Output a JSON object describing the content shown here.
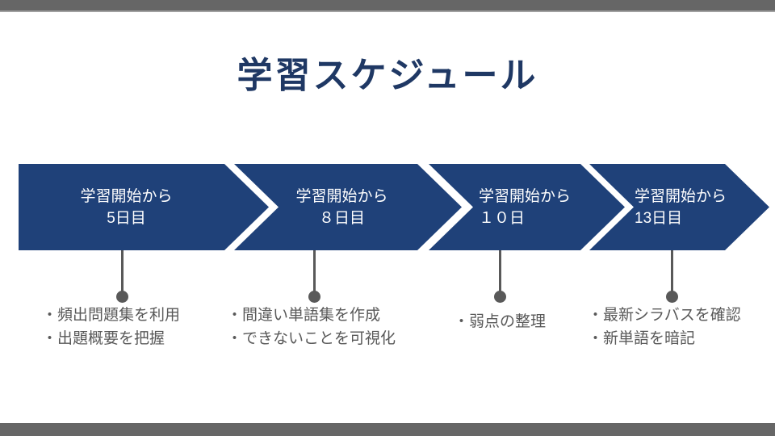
{
  "slide": {
    "title": "学習スケジュール"
  },
  "timeline": {
    "steps": [
      {
        "label_line1": "学習開始から",
        "label_line2": "5日目",
        "bullets": [
          "・頻出問題集を利用",
          "・出題概要を把握"
        ]
      },
      {
        "label_line1": "学習開始から",
        "label_line2": "８日目",
        "bullets": [
          "・間違い単語集を作成",
          "・できないことを可視化"
        ]
      },
      {
        "label_line1": "学習開始から",
        "label_line2": "１０日",
        "bullets": [
          "・弱点の整理"
        ]
      },
      {
        "label_line1": "学習開始から",
        "label_line2": "13日目",
        "bullets": [
          "・最新シラバスを確認",
          "・新単語を暗記"
        ]
      }
    ]
  },
  "colors": {
    "arrow_blue": "#1f4179",
    "title_blue": "#1f3864",
    "text_gray": "#595959",
    "frame_gray": "#666666"
  }
}
